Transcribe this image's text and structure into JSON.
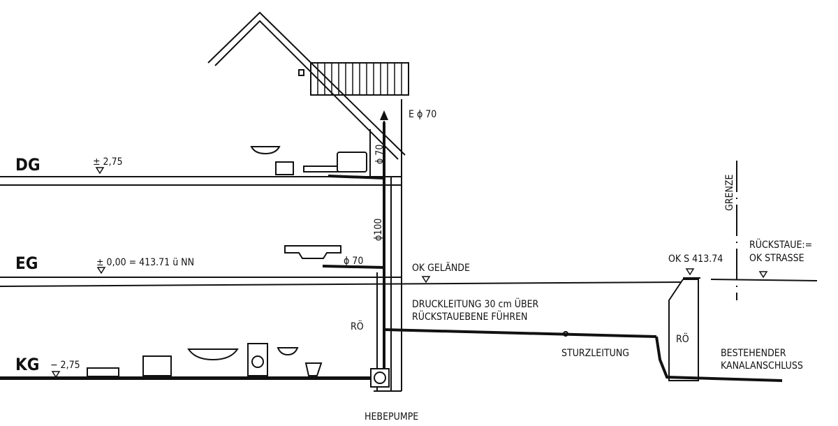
{
  "floors": {
    "dg": {
      "name": "DG",
      "level": "± 2,75"
    },
    "eg": {
      "name": "EG",
      "level": "± 0,00 = 413.71 ü NN"
    },
    "kg": {
      "name": "KG",
      "level": "− 2,75"
    }
  },
  "labels": {
    "vent": "E ϕ 70",
    "stack_dg": "ϕ 70",
    "stack_main": "ϕ100",
    "eg_branch": "ϕ 70",
    "ok_gelaende": "OK GELÄNDE",
    "druck_1": "DRUCKLEITUNG 30 cm ÜBER",
    "druck_2": "RÜCKSTAUEBENE FÜHREN",
    "roe_house": "RÖ",
    "roe_shaft": "RÖ",
    "sturz": "STURZLEITUNG",
    "pump": "HEBEPUMPE",
    "oks": "OK S 413.74",
    "grenze": "GRENZE",
    "rueck_1": "RÜCKSTAUE:=",
    "rueck_2": "OK STRASSE",
    "kanal_1": "BESTEHENDER",
    "kanal_2": "KANALANSCHLUSS"
  }
}
